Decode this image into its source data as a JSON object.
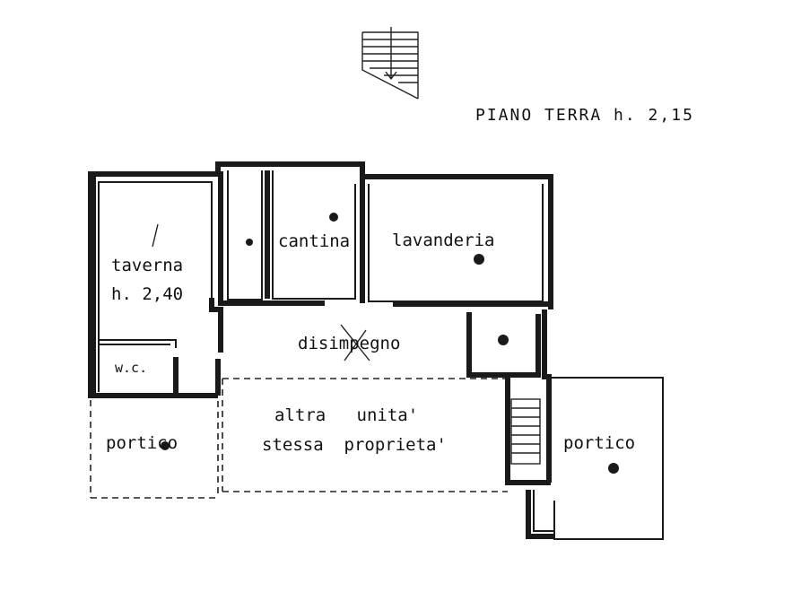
{
  "title": "PIANO TERRA h. 2,15",
  "rooms": {
    "taverna": "taverna",
    "taverna_height": "h. 2,40",
    "wc": "w.c.",
    "cantina": "cantina",
    "lavanderia": "lavanderia",
    "disimpegno": "disimpegno",
    "portico_left": "portico",
    "portico_right": "portico",
    "altra_line1": "altra   unita'",
    "altra_line2": "stessa  proprieta'"
  }
}
